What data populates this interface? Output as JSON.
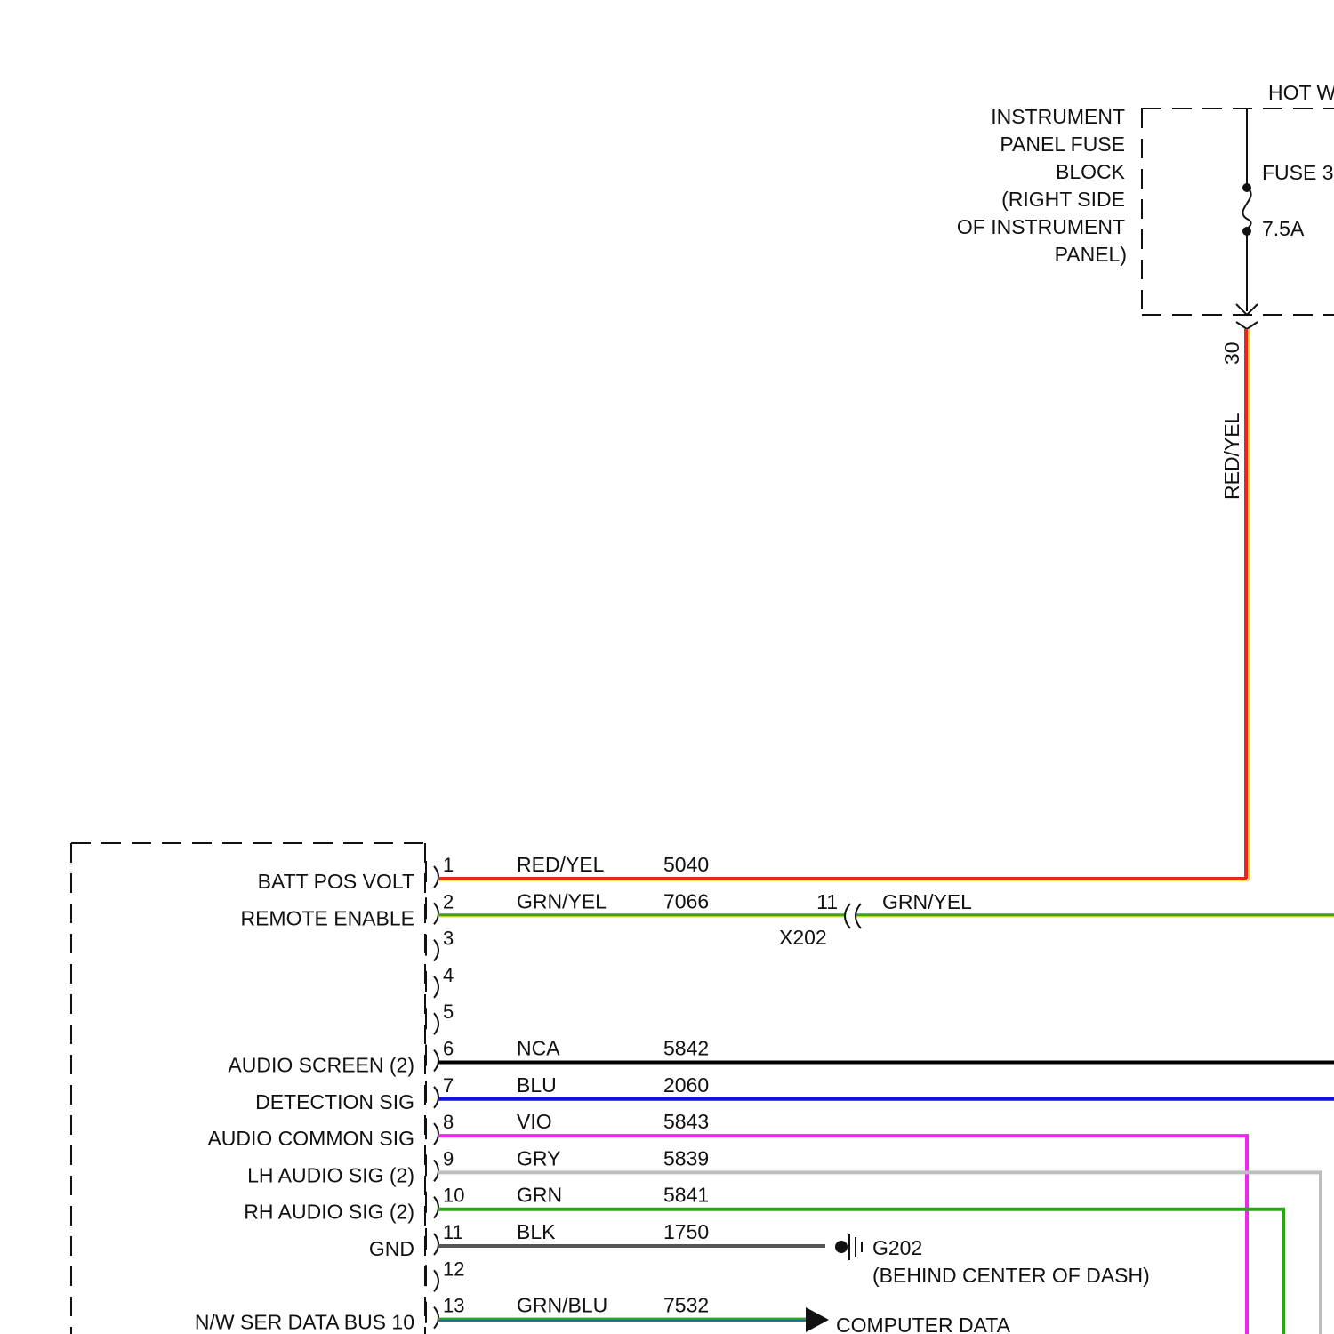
{
  "fuse_block": {
    "label_lines": [
      "INSTRUMENT",
      "PANEL FUSE",
      "BLOCK",
      "(RIGHT SIDE",
      "OF INSTRUMENT",
      "PANEL)"
    ],
    "hot_label": "HOT W",
    "fuse_name": "FUSE 3",
    "fuse_rating": "7.5A",
    "output_pin": "30",
    "output_wire_color": "RED/YEL"
  },
  "module_pins": [
    {
      "pin": "1",
      "function": "BATT POS VOLT",
      "color": "RED/YEL",
      "circuit": "5040",
      "hex": "#e8261b",
      "stripe": "#f5dc2a"
    },
    {
      "pin": "2",
      "function": "REMOTE ENABLE",
      "color": "GRN/YEL",
      "circuit": "7066",
      "hex": "#3aa617",
      "stripe": "#e8e23a"
    },
    {
      "pin": "3",
      "function": "",
      "color": "",
      "circuit": ""
    },
    {
      "pin": "4",
      "function": "",
      "color": "",
      "circuit": ""
    },
    {
      "pin": "5",
      "function": "",
      "color": "",
      "circuit": ""
    },
    {
      "pin": "6",
      "function": "AUDIO SCREEN (2)",
      "color": "NCA",
      "circuit": "5842",
      "hex": "#000000"
    },
    {
      "pin": "7",
      "function": "DETECTION SIG",
      "color": "BLU",
      "circuit": "2060",
      "hex": "#1010e0"
    },
    {
      "pin": "8",
      "function": "AUDIO COMMON SIG",
      "color": "VIO",
      "circuit": "5843",
      "hex": "#ee26ee"
    },
    {
      "pin": "9",
      "function": "LH AUDIO SIG (2)",
      "color": "GRY",
      "circuit": "5839",
      "hex": "#bdbdbd"
    },
    {
      "pin": "10",
      "function": "RH AUDIO SIG (2)",
      "color": "GRN",
      "circuit": "5841",
      "hex": "#2fa317"
    },
    {
      "pin": "11",
      "function": "GND",
      "color": "BLK",
      "circuit": "1750",
      "hex": "#555555"
    },
    {
      "pin": "12",
      "function": "",
      "color": "",
      "circuit": ""
    },
    {
      "pin": "13",
      "function": "N/W SER DATA BUS 10",
      "color": "GRN/BLU",
      "circuit": "7532",
      "hex": "#2fa317",
      "stripe": "#1a4fd0"
    }
  ],
  "connector_x202": {
    "name": "X202",
    "pin": "11",
    "wire_color": "GRN/YEL"
  },
  "ground": {
    "name": "G202",
    "location": "(BEHIND CENTER OF DASH)"
  },
  "data_link": {
    "label": "COMPUTER DATA"
  }
}
